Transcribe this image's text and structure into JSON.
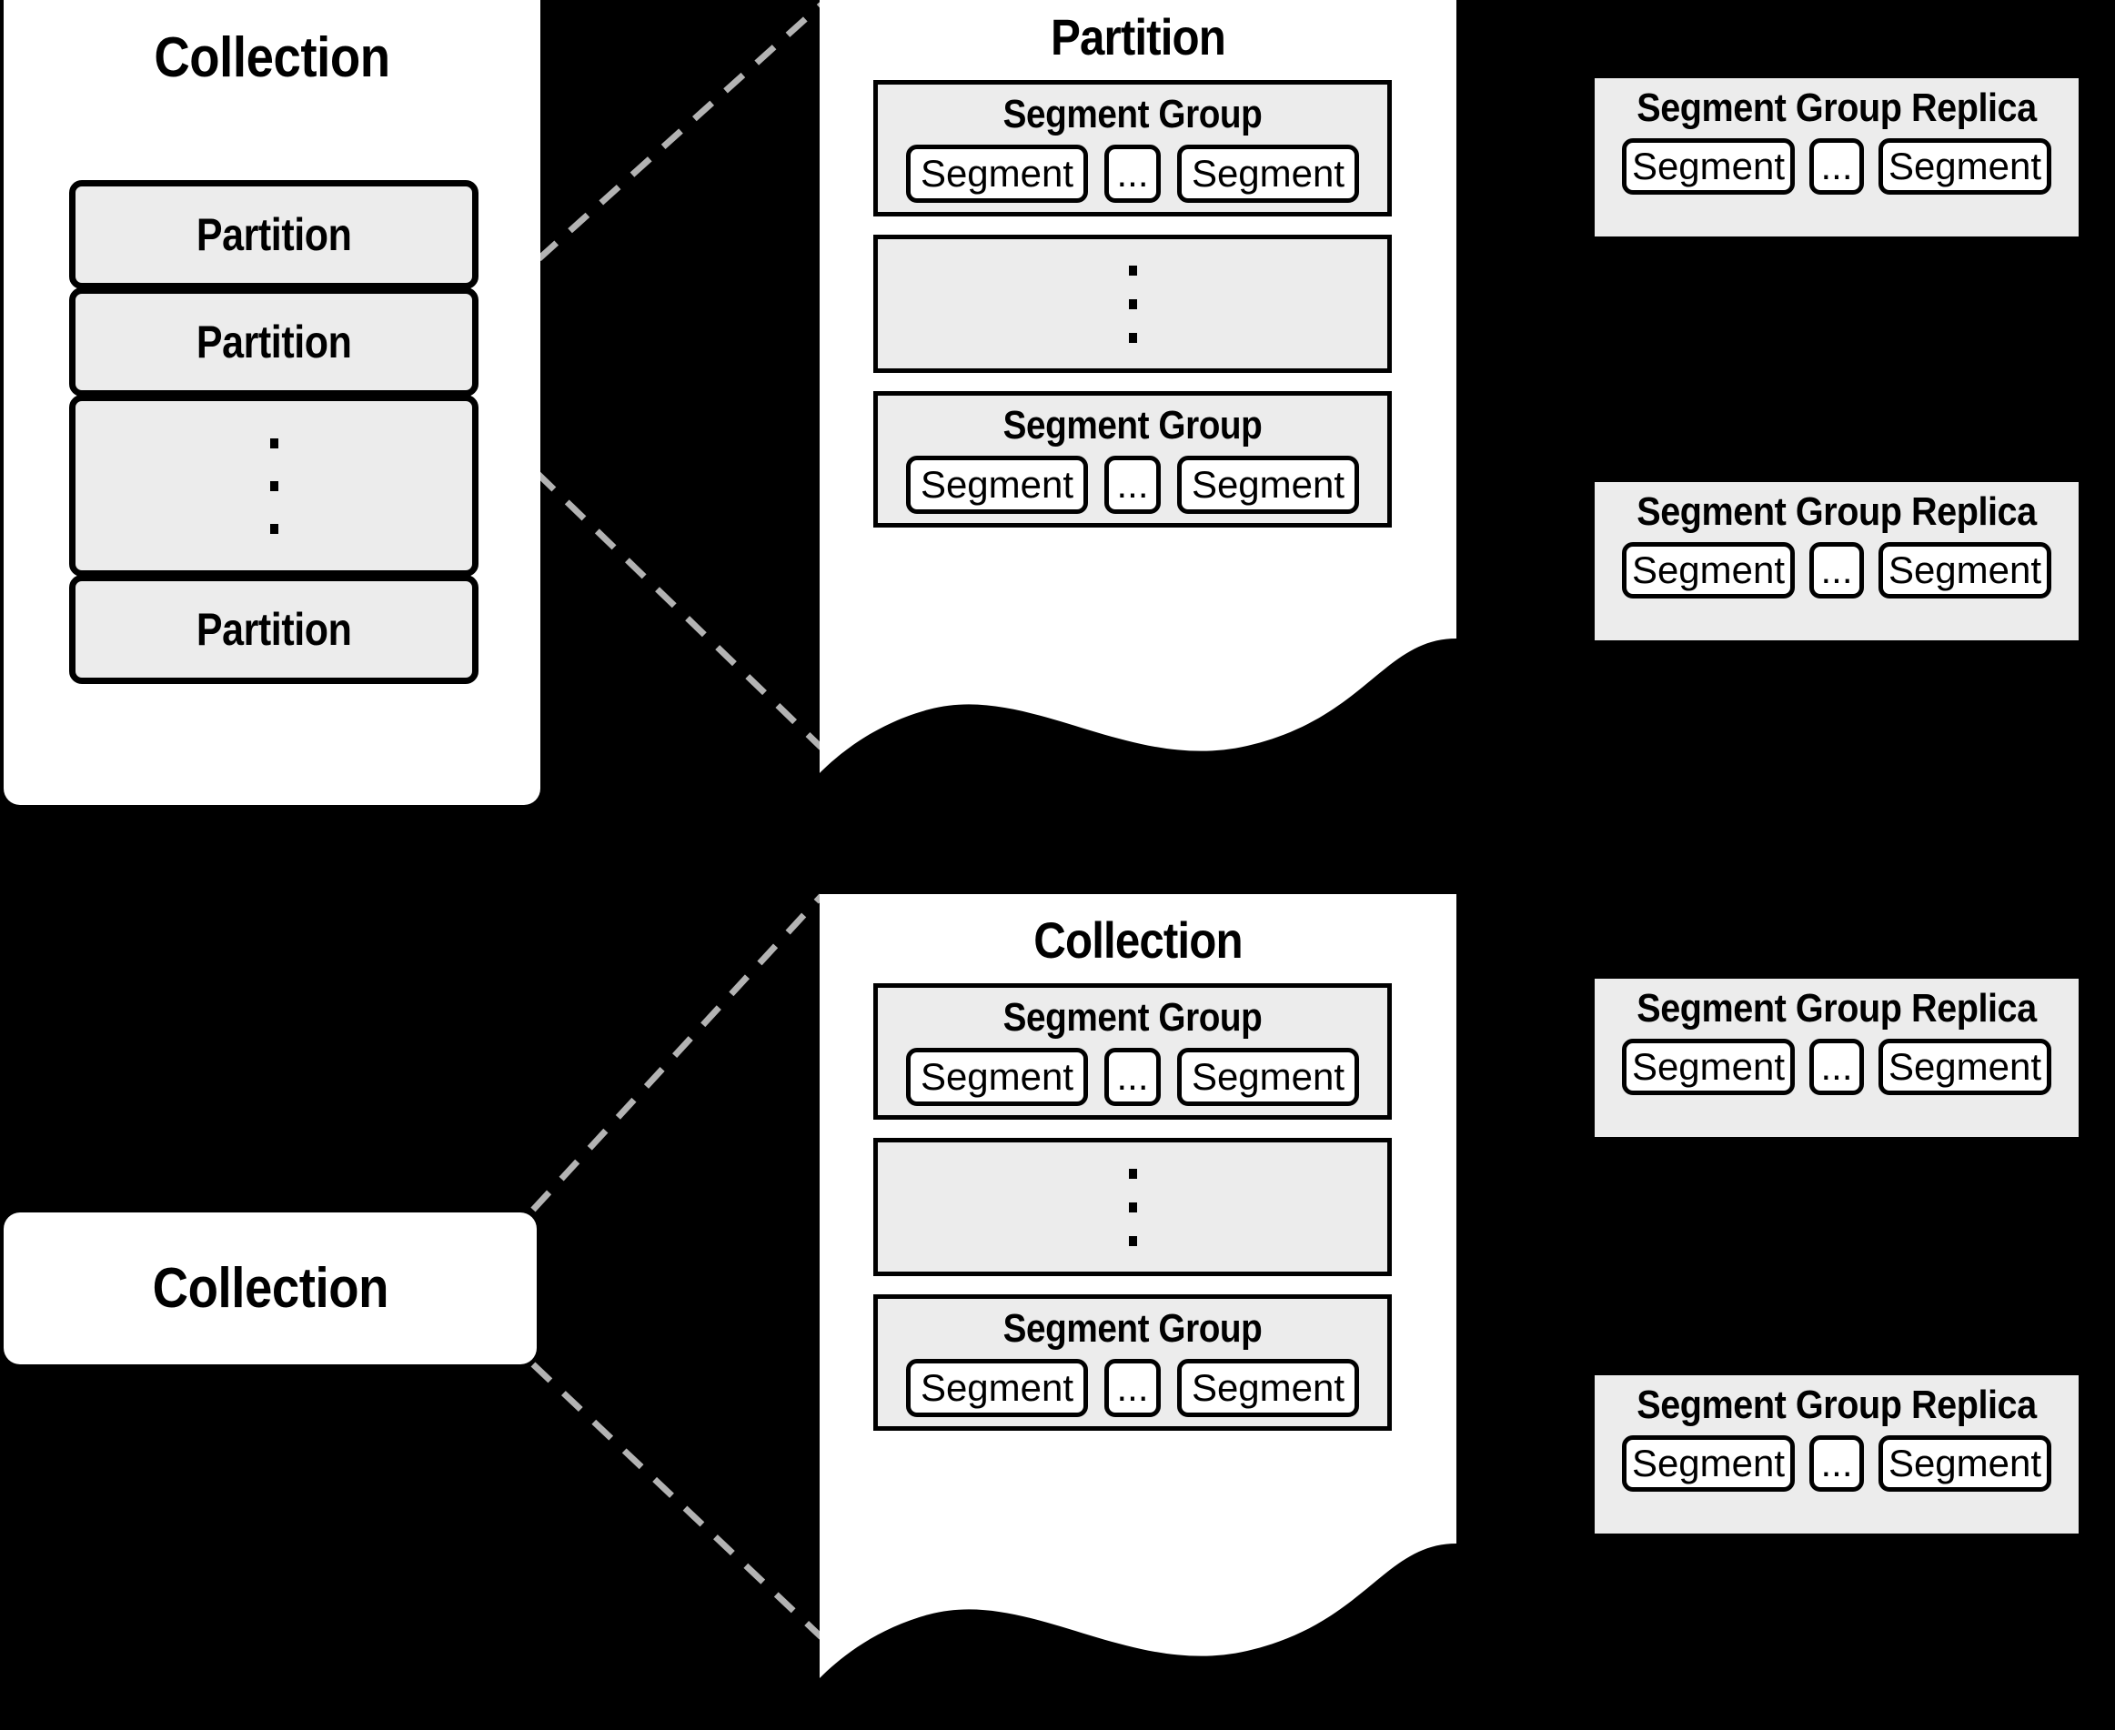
{
  "background_color": "#000000",
  "surface_color": "#ffffff",
  "panel_fill_color": "#ececec",
  "stroke_color": "#000000",
  "connector_color": "#b3b3b3",
  "top": {
    "collection_card": {
      "title": "Collection",
      "partitions": [
        {
          "label": "Partition"
        },
        {
          "label": "Partition"
        },
        {
          "label": ""
        },
        {
          "label": "Partition"
        }
      ]
    },
    "partition_doc": {
      "title": "Partition",
      "segment_groups": [
        {
          "title": "Segment Group",
          "segments": [
            "Segment",
            "...",
            "Segment"
          ]
        },
        {
          "title": "Segment Group",
          "segments": [
            "Segment",
            "...",
            "Segment"
          ]
        }
      ]
    },
    "replicas": [
      {
        "title": "Segment Group Replica",
        "segments": [
          "Segment",
          "...",
          "Segment"
        ]
      },
      {
        "title": "Segment Group Replica",
        "segments": [
          "Segment",
          "...",
          "Segment"
        ]
      }
    ]
  },
  "bottom": {
    "collection_card": {
      "title": "Collection"
    },
    "collection_doc": {
      "title": "Collection",
      "segment_groups": [
        {
          "title": "Segment Group",
          "segments": [
            "Segment",
            "...",
            "Segment"
          ]
        },
        {
          "title": "Segment Group",
          "segments": [
            "Segment",
            "...",
            "Segment"
          ]
        }
      ]
    },
    "replicas": [
      {
        "title": "Segment Group Replica",
        "segments": [
          "Segment",
          "...",
          "Segment"
        ]
      },
      {
        "title": "Segment Group Replica",
        "segments": [
          "Segment",
          "...",
          "Segment"
        ]
      }
    ]
  }
}
